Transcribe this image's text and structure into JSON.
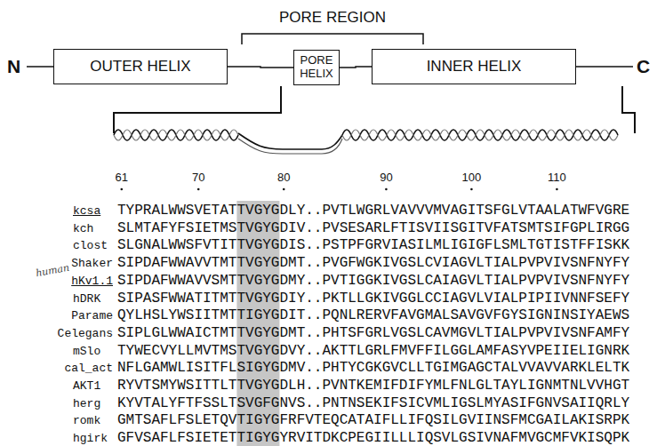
{
  "diagram": {
    "nodes": [
      {
        "text": [
          "OUTER HELIX"
        ]
      },
      {
        "text": [
          "PORE HELIX"
        ]
      },
      {
        "text": [
          "INNER HELIX"
        ]
      }
    ],
    "edges": [
      {
        "from": 0,
        "to": 1,
        "arrow": "none"
      },
      {
        "from": 1,
        "to": 2,
        "arrow": "none"
      }
    ],
    "labels": [
      "PORE REGION",
      "N",
      "C",
      "61",
      "70",
      "80",
      "90",
      "100",
      "110",
      "kcsa",
      "TYPRALWWSVETATTVGYGDLY..PVTLWGRLVAVVVMVAGITSFGLVTAALATWFVGRE",
      "kch",
      "SLMTAFYFSIETMSTVGYGDIV..PVSESARLFTISVIISGITVFATSMTSIFGPLIRGG",
      "clost",
      "SLGNALWWSFVTITTVGYGDIS..PSTPFGRVIASILMLIGIGFLSMLTGTISTFFISKK",
      "Shaker",
      "SIPDAFWWAVVTMTTVGYGDMT..PVGFWGKIVGSLCVIAGVLTIALPVPVIVSNFNYFY",
      "hKv1.1",
      "SIPDAFWWAVVSMTTVGYGDMY..PVTIGGKIVGSLCAIAGVLTIALPVPVIVSNFNYFY",
      "hDRK",
      "SIPASFWWATITMTTVGYGDIY..PKTLLGKIVGGLCCIAGVLVIALPIPIIVNNFSEFY",
      "Parame",
      "QYLHSLYWSIITMTTIGYGDIT..PQNLRERVFAVGMALSAVGVFGYSIGNINSIYAEWS",
      "Celegans",
      "SIPLGLWWAICTMTTVGYGDMT..PHTSFGRLVGSLCAVMGVLTIALPVPVIVSNFAMFY",
      "mSlo",
      "TYWECVYLLMVTMSTVGYGDVY..AKTTLGRLFMVFFILGGLAMFASYVPEIIELIGNRK",
      "cal_act",
      "NFLGAMWLISITFLSIGYGDMV..PHTYCGKGVCLLTGIMGAGCTALVVAVVARKLELTK",
      "AKT1",
      "RYVTSMYWSITTLTTVGYGDLH..PVNTKEMIFDIFYMLFNLGLTAYLIGNMTNLVVHGT",
      "herg",
      "KYVTALYFTFSSLTSVGFGNVS..PNTNSEKIFSICVMLIGSLMYASIFGNVSAIIQRLY",
      "romk",
      "GMTSAFLFSLETQVTIGYGFRFVTEQCATAIFLLIFQSILGVIINSFMCGAILAKISRPK",
      "hgirk",
      "GFVSAFLFSIETETTIGYGYRVITDKCPEGIILLLIQSVLGSIVNAFMVGCMFVKISQPK",
      "human"
    ]
  }
}
